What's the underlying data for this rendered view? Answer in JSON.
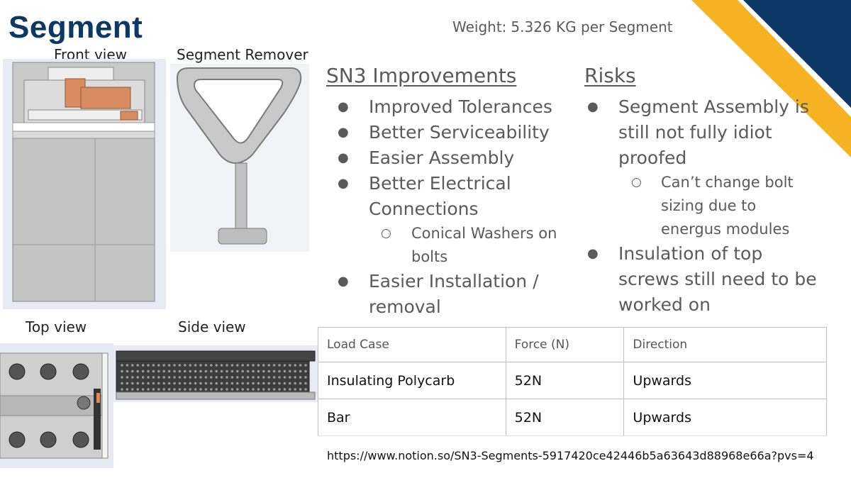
{
  "title": "Segment",
  "weight": {
    "label": "Weight:",
    "value": "5.326 KG per Segment"
  },
  "captions": {
    "front": "Front view",
    "remover": "Segment Remover",
    "top": "Top view",
    "side": "Side view"
  },
  "improvements": {
    "heading": "SN3 Improvements",
    "items": [
      "Improved Tolerances",
      "Better Serviceability",
      "Easier Assembly",
      "Better Electrical Connections",
      "Conical Washers on bolts",
      "Easier Installation / removal"
    ]
  },
  "risks": {
    "heading": "Risks",
    "items": [
      "Segment Assembly is still not fully idiot proofed",
      "Can’t change bolt sizing due to energus modules",
      "Insulation of top screws still need to be worked on"
    ]
  },
  "table": {
    "headers": [
      "Load Case",
      "Force (N)",
      "Direction"
    ],
    "rows": [
      [
        "Insulating Polycarb",
        "52N",
        "Upwards"
      ],
      [
        "Bar",
        "52N",
        "Upwards"
      ]
    ]
  },
  "url": "https://www.notion.so/SN3-Segments-5917420ce42446b5a63643d88968e66a?pvs=4",
  "colors": {
    "title": "#0b3866",
    "navy": "#0b3866",
    "gold": "#f5b324"
  }
}
